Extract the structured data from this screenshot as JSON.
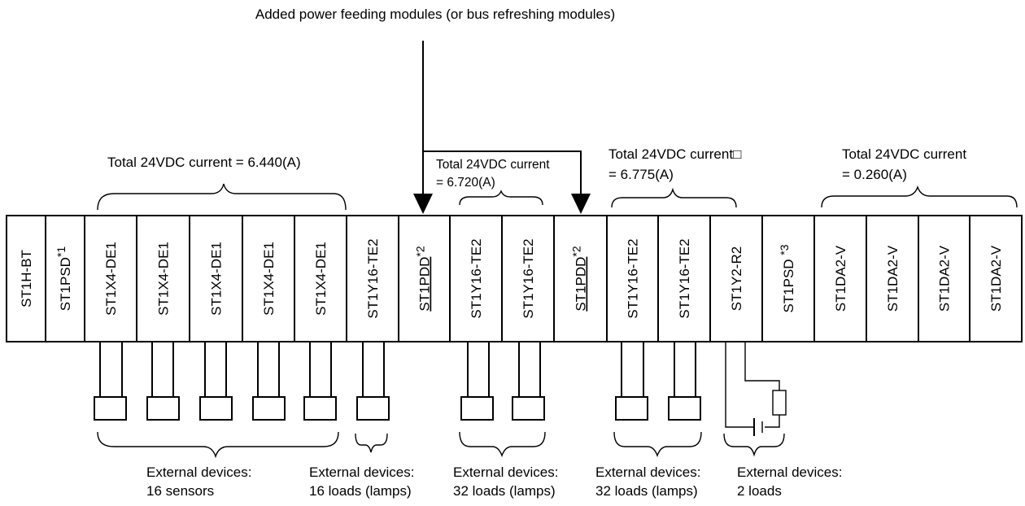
{
  "top_caption": "Added power feeding modules (or bus refreshing modules)",
  "groups": [
    {
      "line1": "Total 24VDC current = 6.440(A)",
      "line2": ""
    },
    {
      "line1": "Total 24VDC current",
      "line2": "= 6.720(A)"
    },
    {
      "line1": "Total 24VDC current□",
      "line2": " = 6.775(A)"
    },
    {
      "line1": "Total 24VDC current",
      "line2": "= 0.260(A)"
    }
  ],
  "modules": [
    {
      "base": "ST1H-BT",
      "sup": ""
    },
    {
      "base": "ST1PSD",
      "sup": "*1"
    },
    {
      "base": "ST1X4-DE1",
      "sup": ""
    },
    {
      "base": "ST1X4-DE1",
      "sup": ""
    },
    {
      "base": "ST1X4-DE1",
      "sup": ""
    },
    {
      "base": "ST1X4-DE1",
      "sup": ""
    },
    {
      "base": "ST1X4-DE1",
      "sup": ""
    },
    {
      "base": "ST1Y16-TE2",
      "sup": ""
    },
    {
      "base": "ST1PDD",
      "sup": "*2",
      "underline": true
    },
    {
      "base": "ST1Y16-TE2",
      "sup": ""
    },
    {
      "base": "ST1Y16-TE2",
      "sup": ""
    },
    {
      "base": "ST1PDD",
      "sup": "*2",
      "underline": true
    },
    {
      "base": "ST1Y16-TE2",
      "sup": ""
    },
    {
      "base": "ST1Y16-TE2",
      "sup": ""
    },
    {
      "base": "ST1Y2-R2",
      "sup": ""
    },
    {
      "base": "ST1PSD ",
      "sup": "*3"
    },
    {
      "base": "ST1DA2-V",
      "sup": ""
    },
    {
      "base": "ST1DA2-V",
      "sup": ""
    },
    {
      "base": "ST1DA2-V",
      "sup": ""
    },
    {
      "base": "ST1DA2-V",
      "sup": ""
    }
  ],
  "external": [
    {
      "line1": "External devices:",
      "line2": "16 sensors"
    },
    {
      "line1": "External devices:",
      "line2": "16 loads (lamps)"
    },
    {
      "line1": "External devices:",
      "line2": "32 loads (lamps)"
    },
    {
      "line1": "External devices:",
      "line2": "32 loads (lamps)"
    },
    {
      "line1": "External devices:",
      "line2": "2 loads"
    }
  ]
}
